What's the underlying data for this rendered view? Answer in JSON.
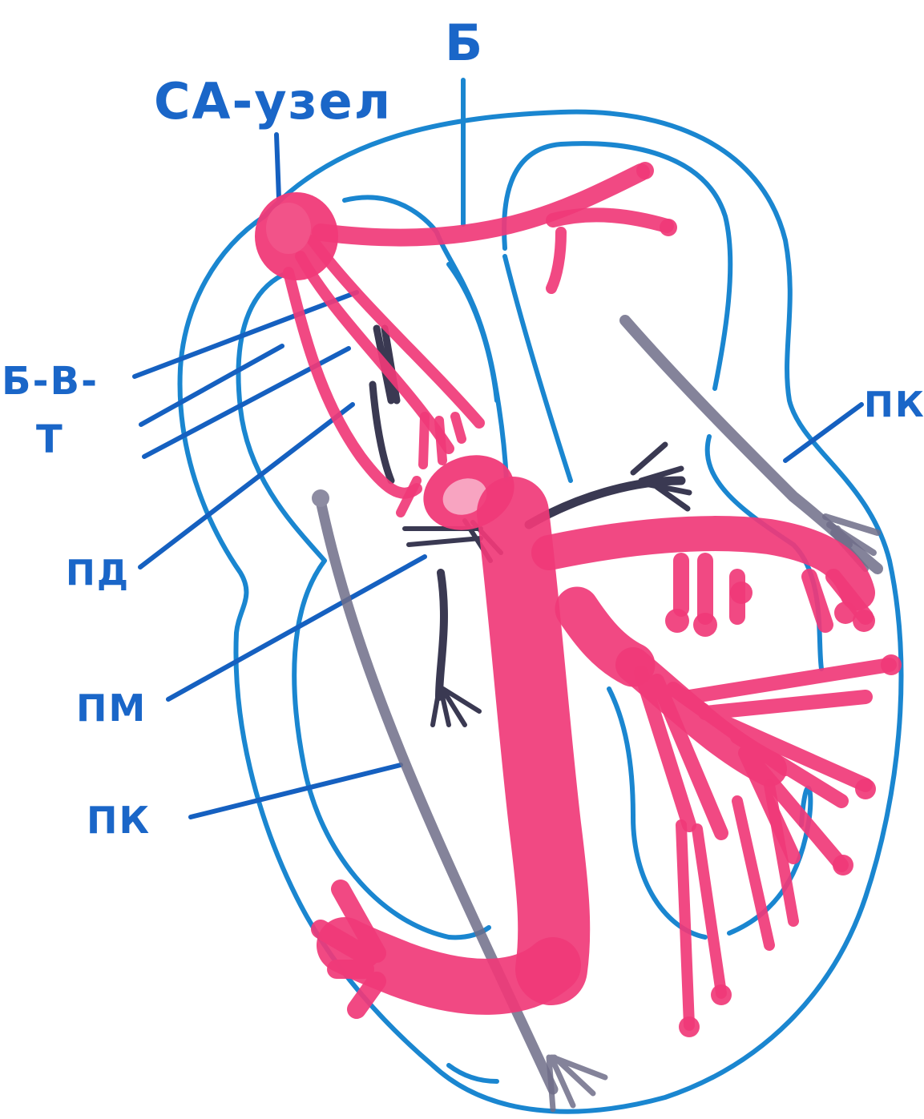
{
  "labels": {
    "b_top": "Б",
    "sa_node": "СА-узел",
    "bvt_line1": "Б-В-",
    "bvt_line2": "Т",
    "pd": "ПД",
    "pm": "ПМ",
    "pk_left": "ПК",
    "pk_right": "ПК"
  },
  "colors": {
    "outline": "#1a86d0",
    "label": "#1a66c8",
    "conduction": "#f03a78",
    "fibers": "#6e6d88"
  }
}
